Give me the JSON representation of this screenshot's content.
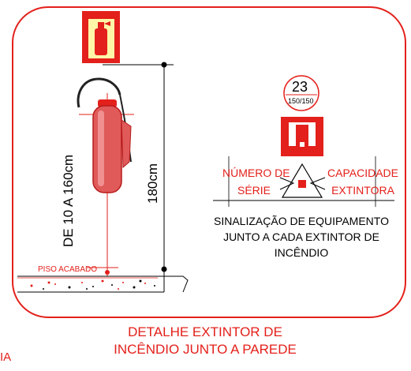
{
  "wall_height_label": "180cm",
  "mount_range_label": "DE 10 A 160cm",
  "floor_label": "PISO ACABADO",
  "sign": {
    "number": "23",
    "fraction": "150/150",
    "left_label_line1": "NÚMERO DE",
    "left_label_line2": "SÉRIE",
    "right_label_line1": "CAPACIDADE",
    "right_label_line2": "EXTINTORA"
  },
  "note_line1": "SINALIZAÇÃO DE EQUIPAMENTO",
  "note_line2": "JUNTO A CADA EXTINTOR DE",
  "note_line3": "INCÊNDIO",
  "caption_line1": "DETALHE EXTINTOR DE",
  "caption_line2": "INCÊNDIO JUNTO A PAREDE",
  "edge_fragment": "IA",
  "colors": {
    "accent": "#e3201b",
    "sign_yellow": "#fff6a8"
  }
}
